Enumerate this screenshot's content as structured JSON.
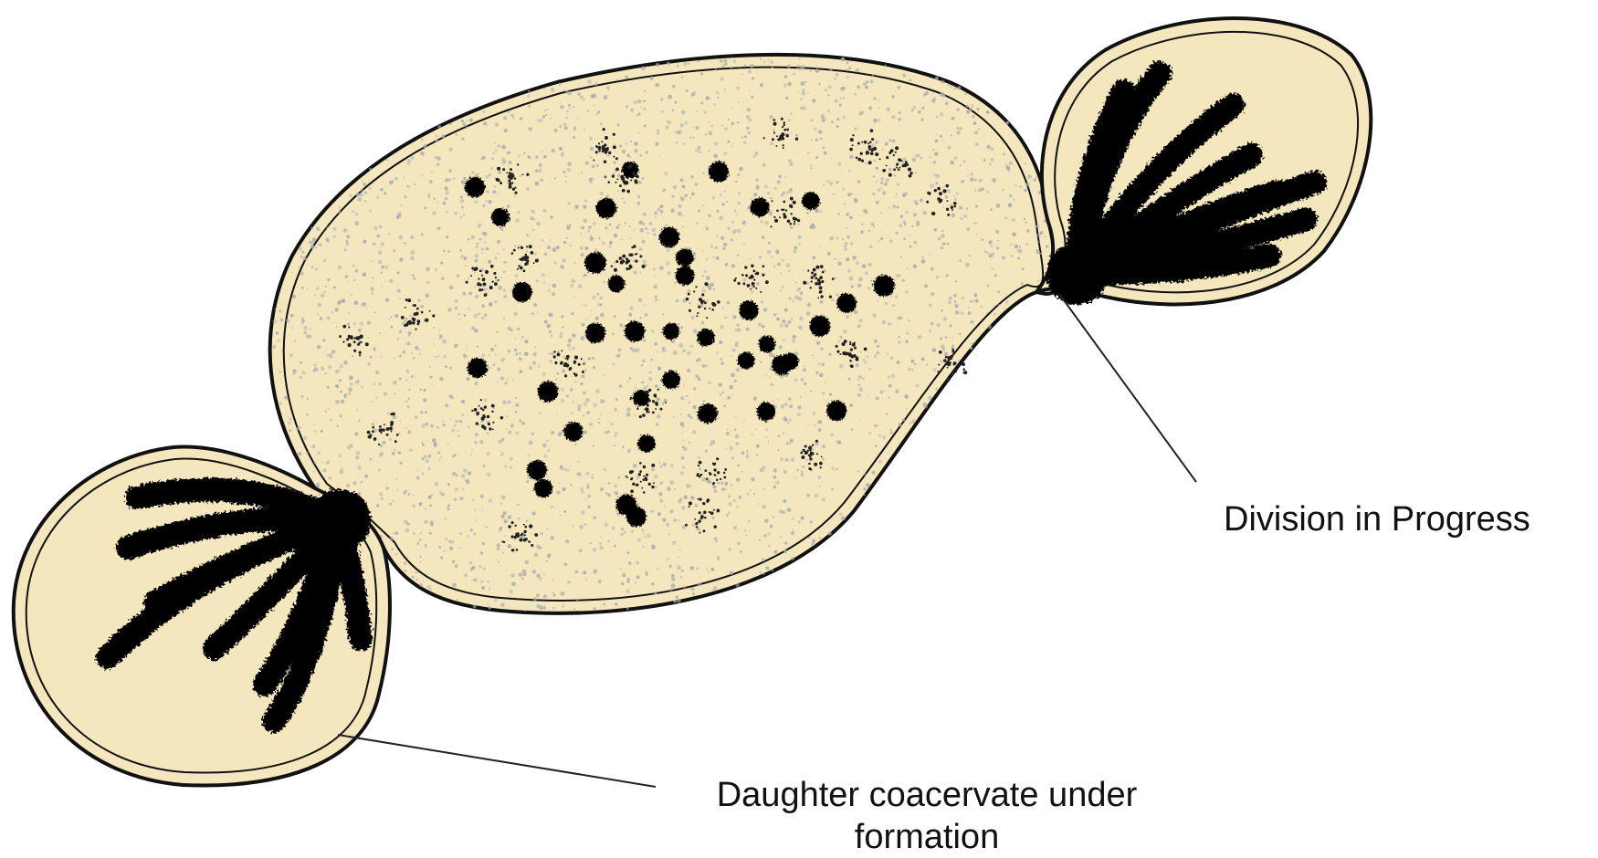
{
  "labels": {
    "division": "Division in Progress",
    "daughter": "Daughter coacervate under formation"
  },
  "colors": {
    "cytoplasm": "#f4e7be",
    "outline": "#111111",
    "granules": "#a9abb0",
    "chromatin": "#050505",
    "leader_line": "#222222"
  },
  "icons": [
    "speckle-granule",
    "chromatin-strand"
  ]
}
